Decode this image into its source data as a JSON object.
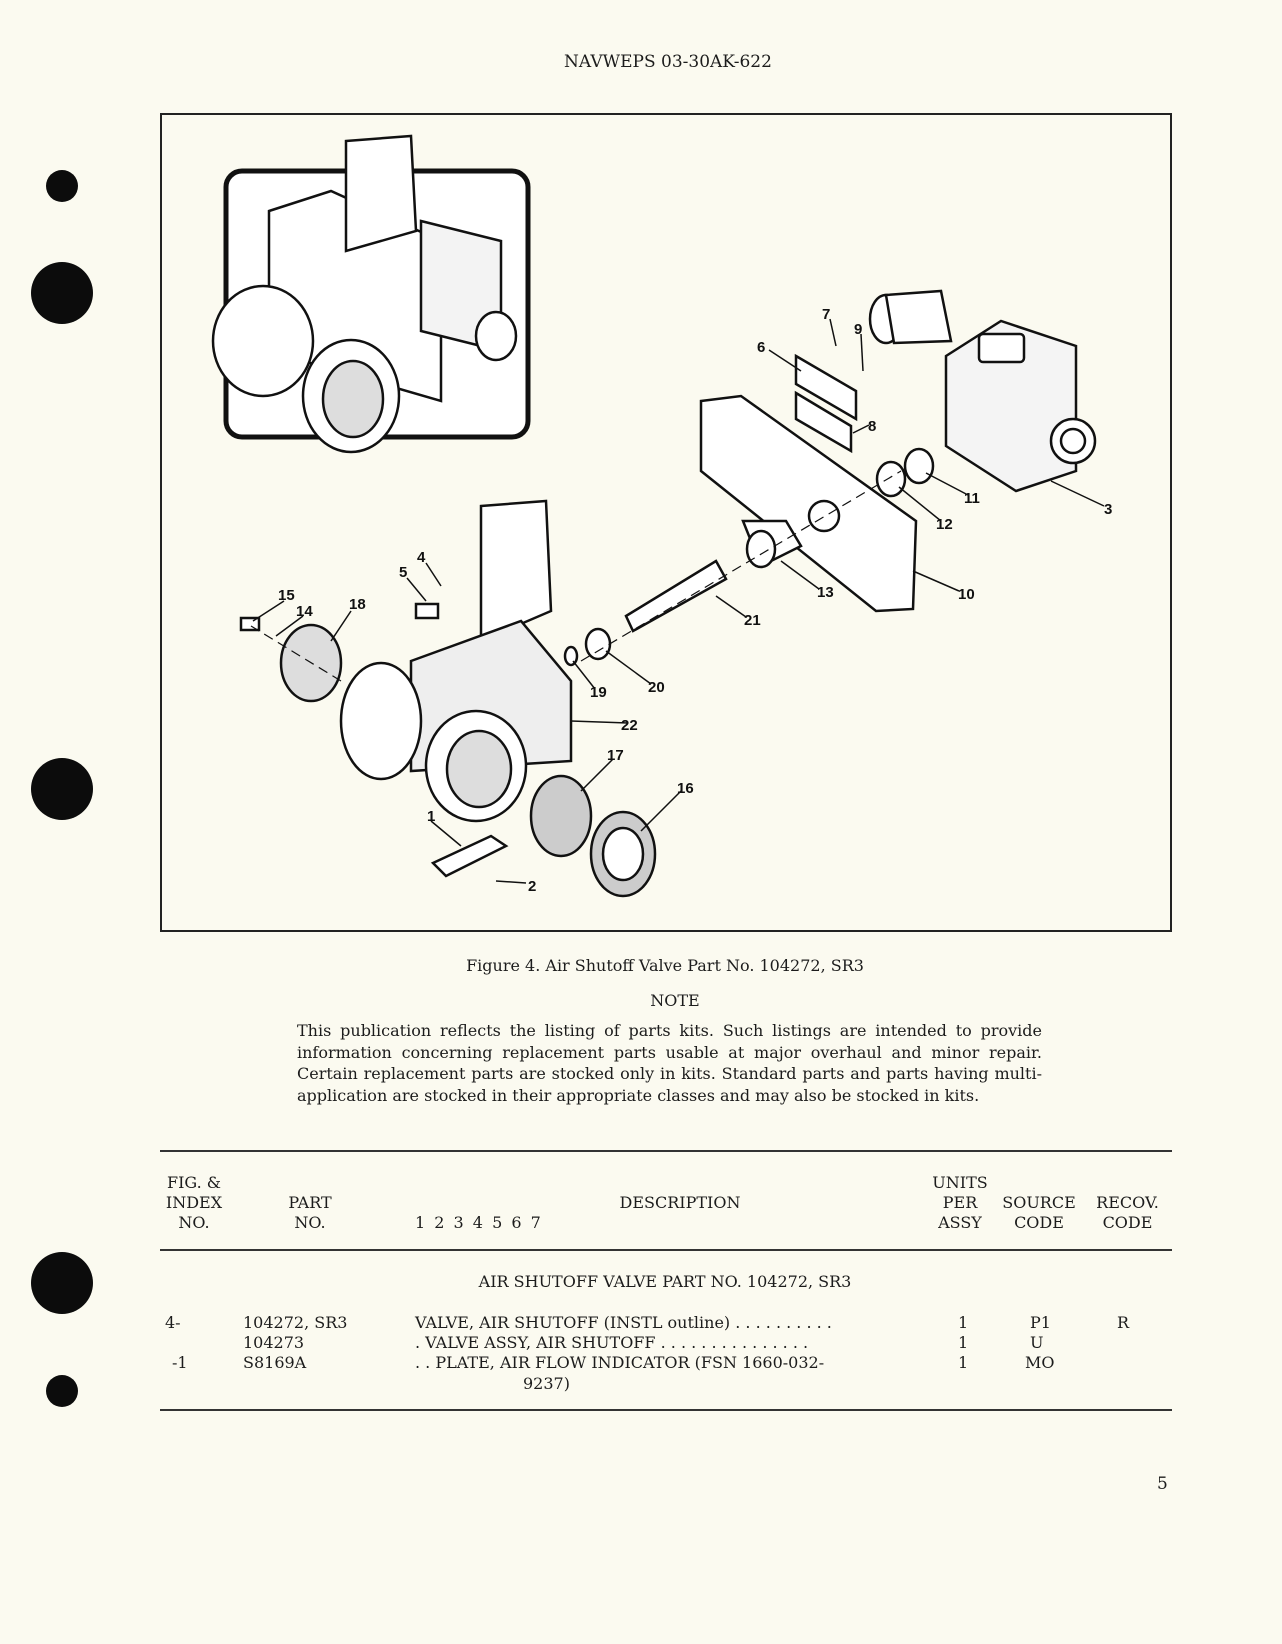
{
  "header": {
    "doc_number": "NAVWEPS 03-30AK-622"
  },
  "figure": {
    "caption": "Figure 4. Air Shutoff Valve Part No. 104272, SR3",
    "callouts": [
      "1",
      "2",
      "3",
      "4",
      "5",
      "6",
      "7",
      "8",
      "9",
      "10",
      "11",
      "12",
      "13",
      "14",
      "15",
      "16",
      "17",
      "18",
      "19",
      "20",
      "21",
      "22"
    ]
  },
  "note": {
    "title": "NOTE",
    "text": "This publication reflects the listing of parts kits. Such listings are intended to provide information concerning replacement parts usable at major overhaul and minor repair. Certain replacement parts are stocked only in kits. Standard parts and parts having multi-application are stocked in their appropriate classes and may also be stocked in kits."
  },
  "table": {
    "headers": {
      "fig_index": [
        "FIG. &",
        "INDEX",
        "NO."
      ],
      "part_no": [
        "PART",
        "NO."
      ],
      "description": "DESCRIPTION",
      "indent_levels": "1 2 3 4 5 6 7",
      "units": [
        "UNITS",
        "PER",
        "ASSY"
      ],
      "source": [
        "SOURCE",
        "CODE"
      ],
      "recov": [
        "RECOV.",
        "CODE"
      ]
    },
    "section_title": "AIR SHUTOFF VALVE PART NO. 104272, SR3",
    "rows": [
      {
        "index": "4-",
        "part": "104272, SR3",
        "description": "VALVE, AIR SHUTOFF (INSTL outline) . . . . . . . . . .",
        "units": "1",
        "source": "P1",
        "recov": "R"
      },
      {
        "index": "",
        "part": "104273",
        "description": ". VALVE ASSY, AIR SHUTOFF . . . . . . . . . . . . . . .",
        "units": "1",
        "source": "U",
        "recov": ""
      },
      {
        "index": "-1",
        "part": "S8169A",
        "description": ". . PLATE, AIR FLOW INDICATOR (FSN 1660-032-",
        "description_cont": "9237)",
        "units": "1",
        "source": "MO",
        "recov": ""
      }
    ]
  },
  "page_number": "5"
}
